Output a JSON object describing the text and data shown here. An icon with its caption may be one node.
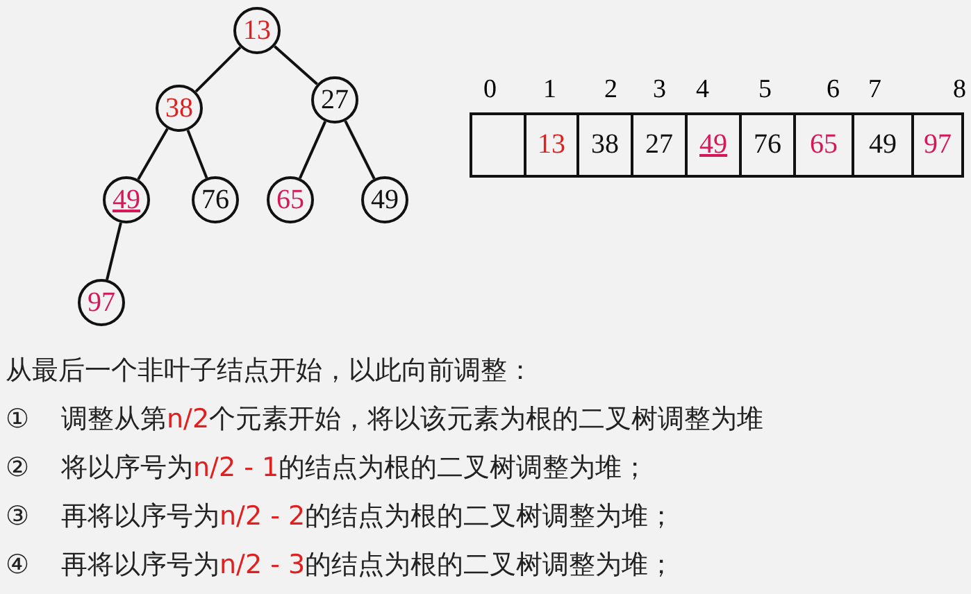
{
  "diagram": {
    "nodes": [
      {
        "text": [
          "13"
        ]
      },
      {
        "text": [
          "38"
        ]
      },
      {
        "text": [
          "27"
        ]
      },
      {
        "text": [
          "49"
        ]
      },
      {
        "text": [
          "76"
        ]
      },
      {
        "text": [
          "65"
        ]
      },
      {
        "text": [
          "49"
        ]
      },
      {
        "text": [
          "97"
        ]
      }
    ],
    "edges": [
      {
        "from": 0,
        "to": 1,
        "arrow": "none"
      },
      {
        "from": 0,
        "to": 2,
        "arrow": "none"
      },
      {
        "from": 1,
        "to": 3,
        "arrow": "none"
      },
      {
        "from": 1,
        "to": 4,
        "arrow": "none"
      },
      {
        "from": 2,
        "to": 5,
        "arrow": "none"
      },
      {
        "from": 2,
        "to": 6,
        "arrow": "none"
      },
      {
        "from": 3,
        "to": 7,
        "arrow": "none"
      }
    ],
    "labels": [
      "0",
      "1",
      "2",
      "3",
      "4",
      "5",
      "6",
      "7",
      "8",
      "13",
      "38",
      "27",
      "49",
      "76",
      "65",
      "49",
      "97",
      "从最后一个非叶子结点开始，以此向前调整：",
      "①",
      "调整从第n/2个元素开始，将以该元素为根的二叉树调整为堆",
      "②",
      "将以序号为n/2 - 1的结点为根的二叉树调整为堆；",
      "③",
      "再将以序号为n/2 - 2的结点为根的二叉树调整为堆；",
      "④",
      "再将以序号为n/2 - 3的结点为根的二叉树调整为堆；"
    ]
  }
}
